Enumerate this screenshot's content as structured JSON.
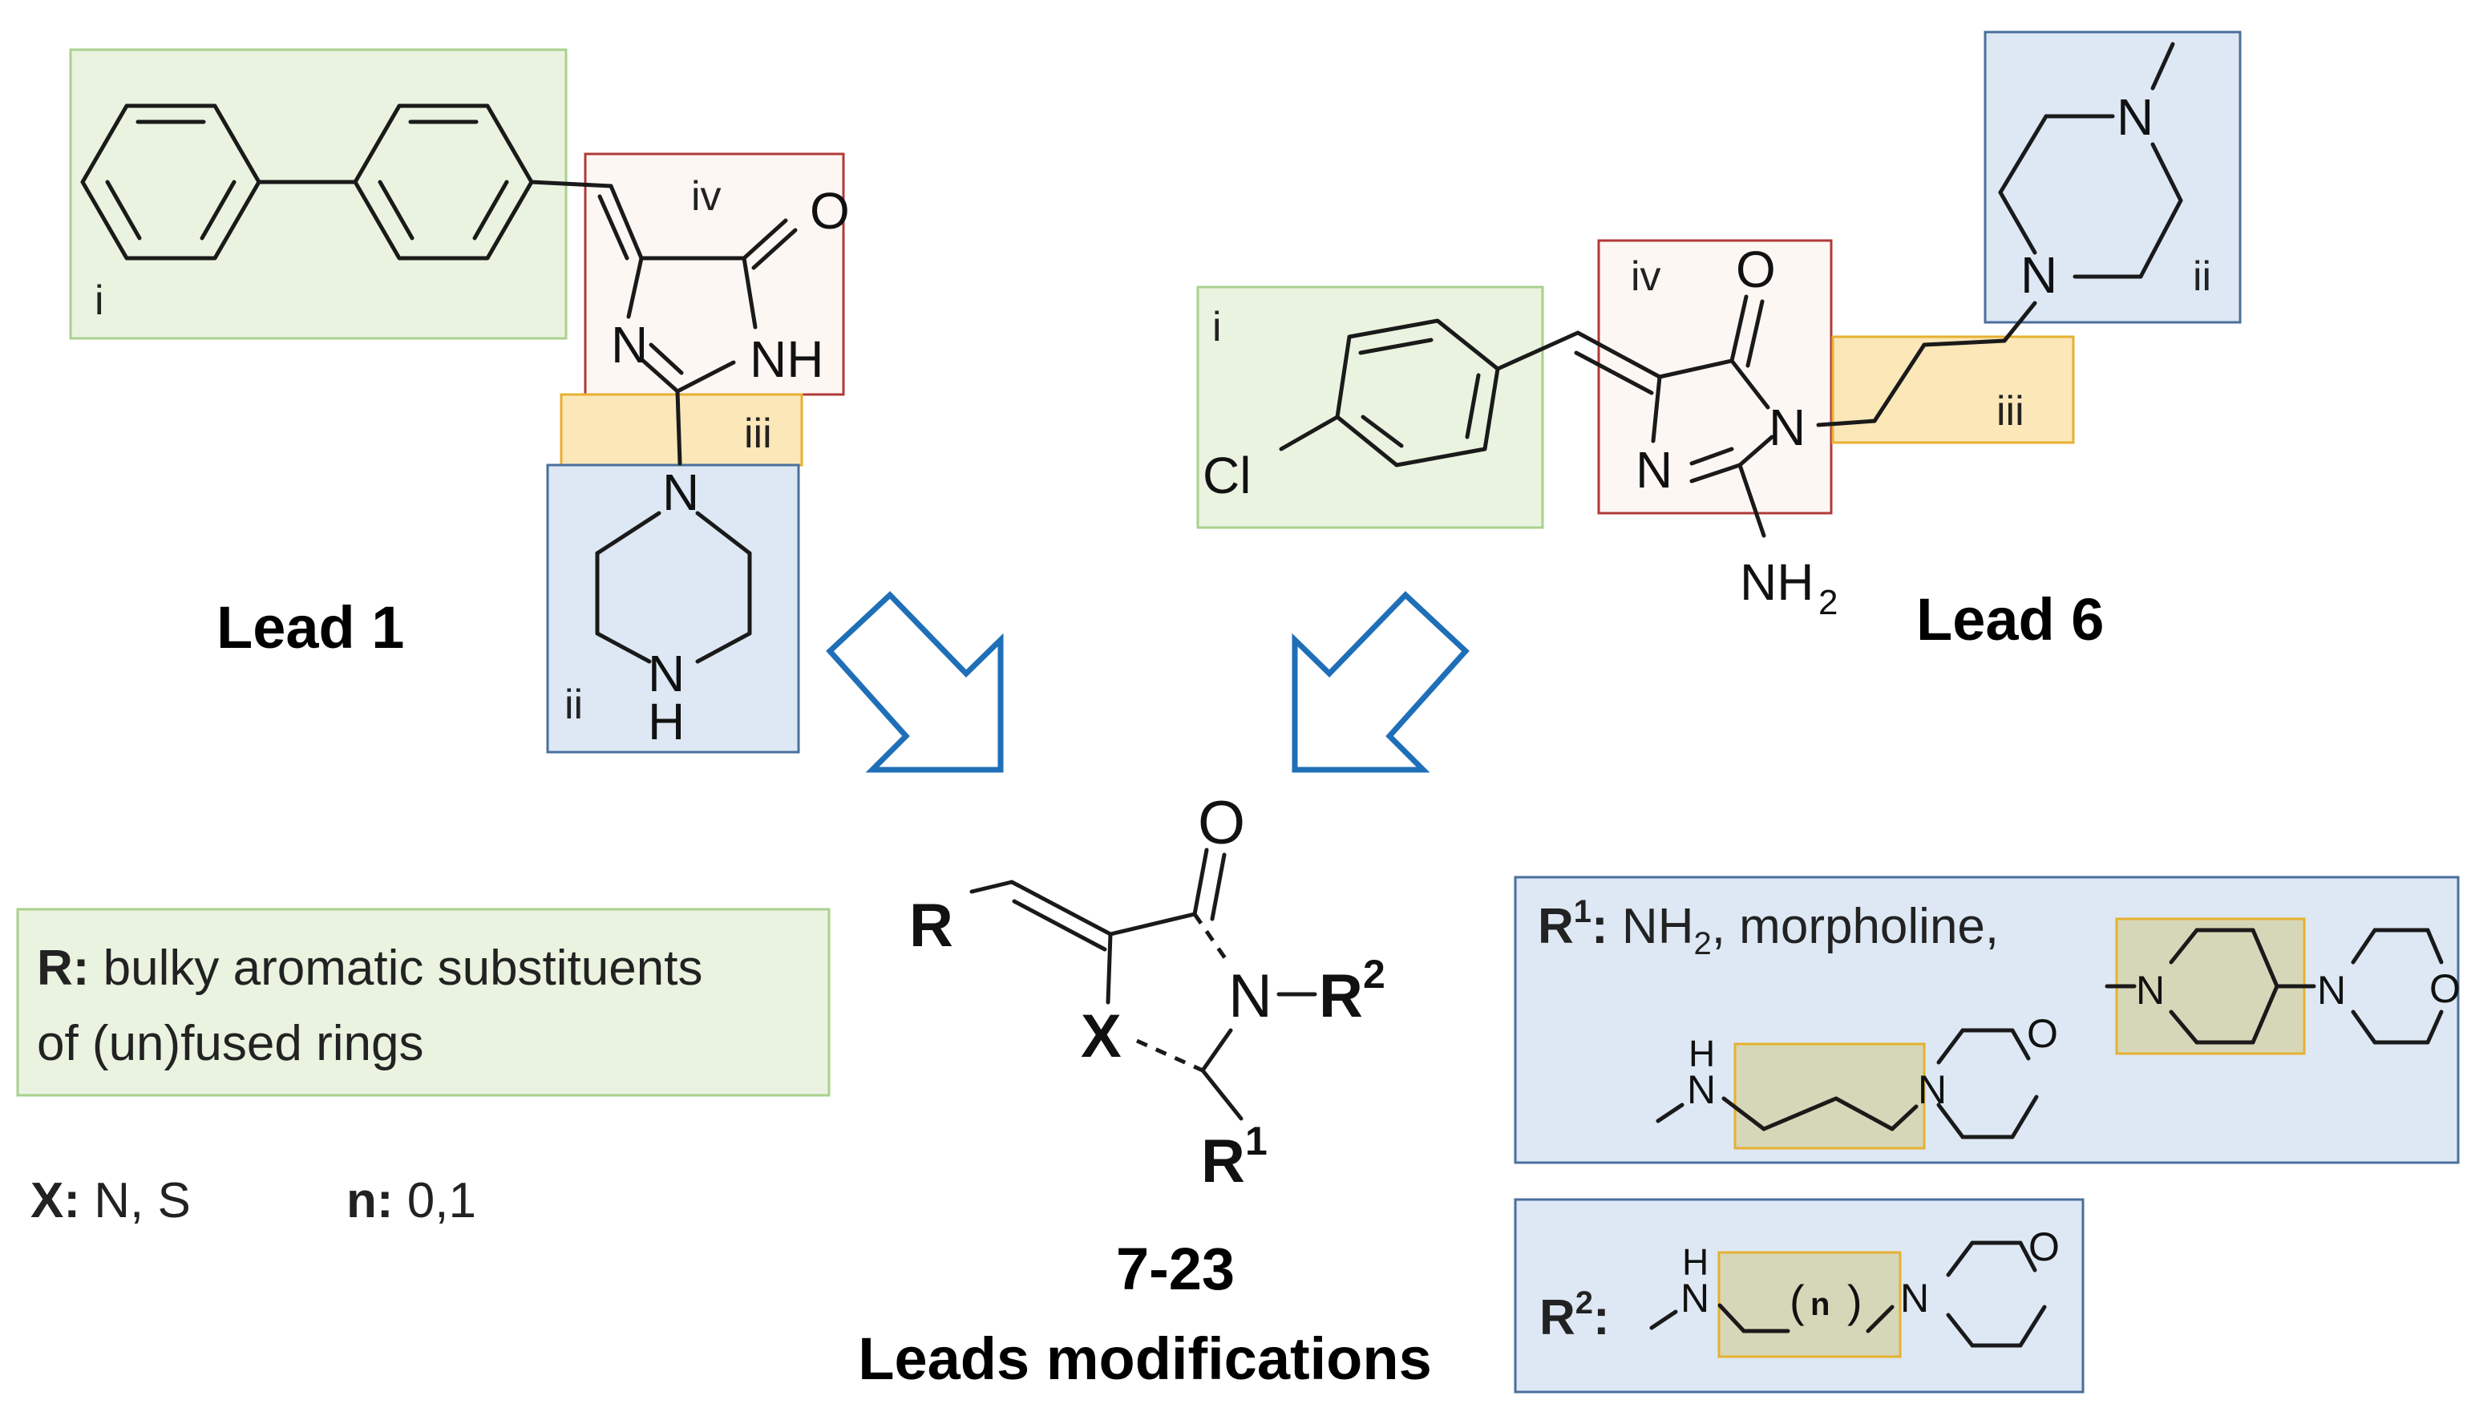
{
  "lead1": {
    "title": "Lead 1",
    "labels": {
      "i": "i",
      "ii": "ii",
      "iii": "iii",
      "iv": "iv"
    },
    "atoms": {
      "o": "O",
      "n_ring": "N",
      "nh": "NH",
      "n_pip": "N",
      "nh_pip_n": "N",
      "nh_pip_h": "H"
    }
  },
  "lead6": {
    "title": "Lead 6",
    "labels": {
      "i": "i",
      "ii": "ii",
      "iii": "iii",
      "iv": "iv"
    },
    "atoms": {
      "cl": "Cl",
      "o": "O",
      "n_imide": "N",
      "n_ring": "N",
      "nh2": "NH",
      "nh2_sub": "2",
      "n_pip_top": "N",
      "n_pip_bottom": "N"
    }
  },
  "core": {
    "compounds": "7-23",
    "caption": "Leads modifications",
    "atoms": {
      "r": "R",
      "o": "O",
      "n": "N",
      "x": "X",
      "r1": "R",
      "r1_sup": "1",
      "r2": "R",
      "r2_sup": "2",
      "dash": "–"
    }
  },
  "r_def": {
    "key": "R:",
    "line1": "bulky aromatic substituents",
    "line2": "of (un)fused rings"
  },
  "x_def": {
    "key": "X:",
    "value": "N, S"
  },
  "n_def": {
    "key": "n:",
    "value": "0,1"
  },
  "r1_def": {
    "key_r": "R",
    "key_sup": "1",
    "key_colon": ":",
    "text_pre": "NH",
    "text_sub": "2",
    "text_post": ", morpholine,",
    "atoms": {
      "n_pip1": "N",
      "n_morph1": "N",
      "o_morph1": "O",
      "nh_h": "H",
      "nh_n": "N",
      "n_morph2": "N",
      "o_morph2": "O"
    }
  },
  "r2_def": {
    "key_r": "R",
    "key_sup": "2",
    "key_colon": ":",
    "atoms": {
      "nh_h": "H",
      "nh_n": "N",
      "paren_open": "(",
      "paren_close": ")",
      "n_sub": "n",
      "n_morph": "N",
      "o_morph": "O"
    }
  },
  "colors": {
    "green_fill": "#e9f3e0",
    "green_stroke": "#a9d18e",
    "blue_fill": "#dde8f4",
    "blue_stroke": "#4a6f9c",
    "red_stroke": "#b13a3a",
    "red_fill": "#fdf7f3",
    "orange_stroke": "#e6b030",
    "orange_fill": "#fbe7b8",
    "olive_fill": "#d6d7b8",
    "arrow": "#1f6fb8"
  }
}
